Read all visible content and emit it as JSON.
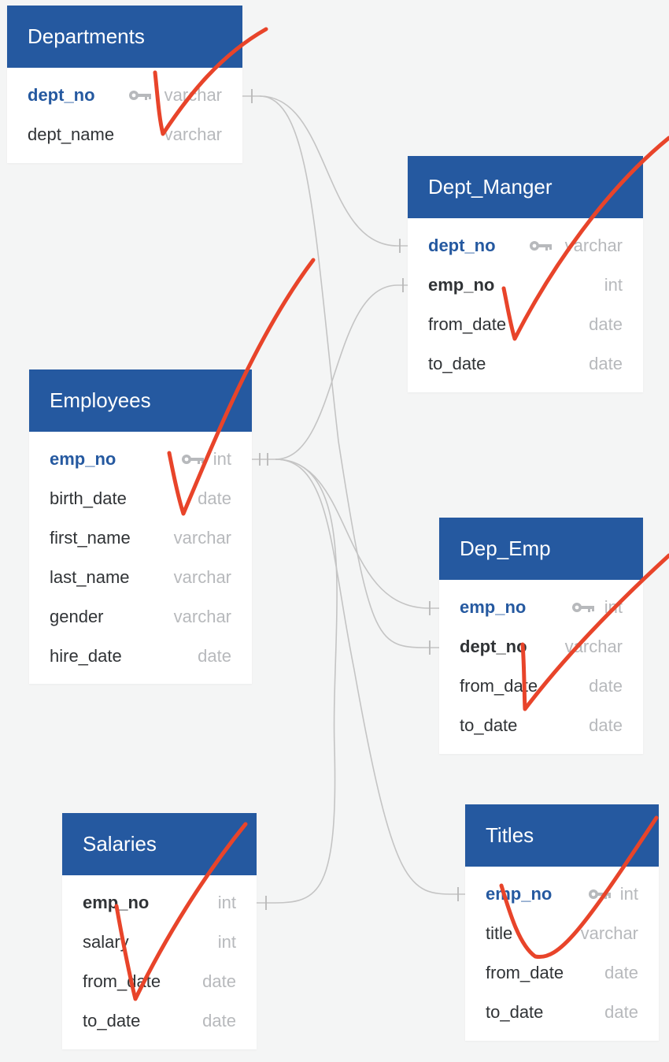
{
  "tables": {
    "departments": {
      "title": "Departments",
      "rows": [
        {
          "name": "dept_no",
          "type": "varchar"
        },
        {
          "name": "dept_name",
          "type": "varchar"
        }
      ]
    },
    "dept_manager": {
      "title": "Dept_Manger",
      "rows": [
        {
          "name": "dept_no",
          "type": "varchar"
        },
        {
          "name": "emp_no",
          "type": "int"
        },
        {
          "name": "from_date",
          "type": "date"
        },
        {
          "name": "to_date",
          "type": "date"
        }
      ]
    },
    "employees": {
      "title": "Employees",
      "rows": [
        {
          "name": "emp_no",
          "type": "int"
        },
        {
          "name": "birth_date",
          "type": "date"
        },
        {
          "name": "first_name",
          "type": "varchar"
        },
        {
          "name": "last_name",
          "type": "varchar"
        },
        {
          "name": "gender",
          "type": "varchar"
        },
        {
          "name": "hire_date",
          "type": "date"
        }
      ]
    },
    "dept_emp": {
      "title": "Dep_Emp",
      "rows": [
        {
          "name": "emp_no",
          "type": "int"
        },
        {
          "name": "dept_no",
          "type": "varchar"
        },
        {
          "name": "from_date",
          "type": "date"
        },
        {
          "name": "to_date",
          "type": "date"
        }
      ]
    },
    "salaries": {
      "title": "Salaries",
      "rows": [
        {
          "name": "emp_no",
          "type": "int"
        },
        {
          "name": "salary",
          "type": "int"
        },
        {
          "name": "from_date",
          "type": "date"
        },
        {
          "name": "to_date",
          "type": "date"
        }
      ]
    },
    "titles": {
      "title": "Titles",
      "rows": [
        {
          "name": "emp_no",
          "type": "int"
        },
        {
          "name": "title",
          "type": "varchar"
        },
        {
          "name": "from_date",
          "type": "date"
        },
        {
          "name": "to_date",
          "type": "date"
        }
      ]
    }
  },
  "colors": {
    "header": "#2559a0",
    "primary_key_text": "#2559a0",
    "type_text": "#b7b9bc",
    "connector": "#c4c4c4",
    "checkmark": "#e8442a",
    "canvas": "#f4f5f5"
  },
  "icons": {
    "primary_key": "key-icon"
  }
}
